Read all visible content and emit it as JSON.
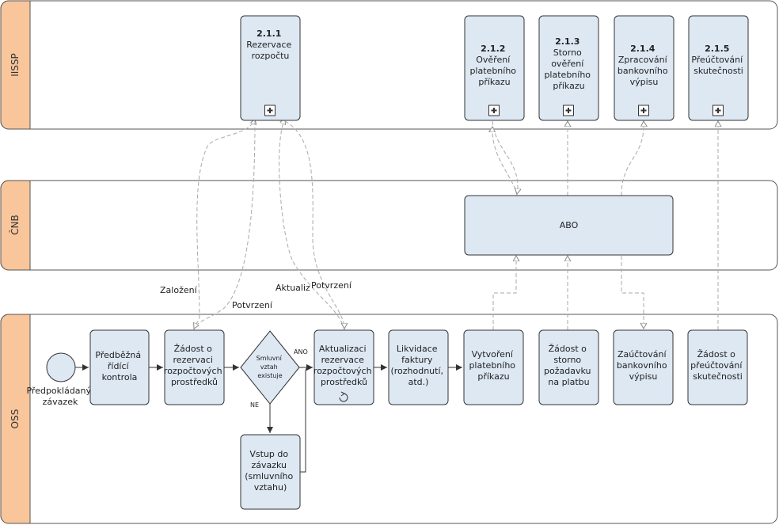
{
  "lanes": [
    {
      "id": "iissp",
      "label": "IISSP"
    },
    {
      "id": "cnb",
      "label": "ČNB"
    },
    {
      "id": "oss",
      "label": "OSS"
    }
  ],
  "iissp_tasks": [
    {
      "id": "t211",
      "number": "2.1.1",
      "lines": [
        "Rezervace",
        "rozpočtu"
      ]
    },
    {
      "id": "t212",
      "number": "2.1.2",
      "lines": [
        "Ověření",
        "platebního",
        "příkazu"
      ]
    },
    {
      "id": "t213",
      "number": "2.1.3",
      "lines": [
        "Storno",
        "ověření",
        "platebního",
        "příkazu"
      ]
    },
    {
      "id": "t214",
      "number": "2.1.4",
      "lines": [
        "Zpracování",
        "bankovního",
        "výpisu"
      ]
    },
    {
      "id": "t215",
      "number": "2.1.5",
      "lines": [
        "Přeúčtování",
        "skutečnosti"
      ]
    }
  ],
  "cnb_box": {
    "label": "ABO"
  },
  "oss_tasks": [
    {
      "id": "predbezna",
      "lines": [
        "Předběžná",
        "řídící",
        "kontrola"
      ]
    },
    {
      "id": "zadost-rezervace",
      "lines": [
        "Žádost o",
        "rezervaci",
        "rozpočtových",
        "prostředků"
      ]
    },
    {
      "id": "aktualizace",
      "lines": [
        "Aktualizaci",
        "rezervace",
        "rozpočtových",
        "prostředků"
      ]
    },
    {
      "id": "likvidace",
      "lines": [
        "Likvidace",
        "faktury",
        "(rozhodnutí,",
        "atd.)"
      ]
    },
    {
      "id": "vytvoreni",
      "lines": [
        "Vytvoření",
        "platebního",
        "příkazu"
      ]
    },
    {
      "id": "zadost-storno",
      "lines": [
        "Žádost o",
        "storno",
        "požadavku",
        "na platbu"
      ]
    },
    {
      "id": "zauctovani",
      "lines": [
        "Zaúčtování",
        "bankovního",
        "výpisu"
      ]
    },
    {
      "id": "zadost-preuctovani",
      "lines": [
        "Žádost o",
        "přeúčtování",
        "skutečnosti"
      ]
    },
    {
      "id": "vstup",
      "lines": [
        "Vstup do",
        "závazku",
        "(smluvního",
        "vztahu)"
      ]
    }
  ],
  "gateway": {
    "lines": [
      "Smluvní",
      "vztah",
      "existuje"
    ],
    "yes_label": "ANO",
    "no_label": "NE"
  },
  "start_event": {
    "lines": [
      "Předpokládaný",
      "závazek"
    ]
  },
  "message_labels": {
    "zalozeni": "Založení",
    "potvrzeni_1": "Potvrzení",
    "aktualiz": "Aktualiz",
    "potvrzeni_2": "Potvrzení"
  },
  "colors": {
    "lane_header": "#f9c59b",
    "task_fill": "#dde8f3",
    "stroke": "#333333",
    "message_line": "#a9a9a9"
  }
}
